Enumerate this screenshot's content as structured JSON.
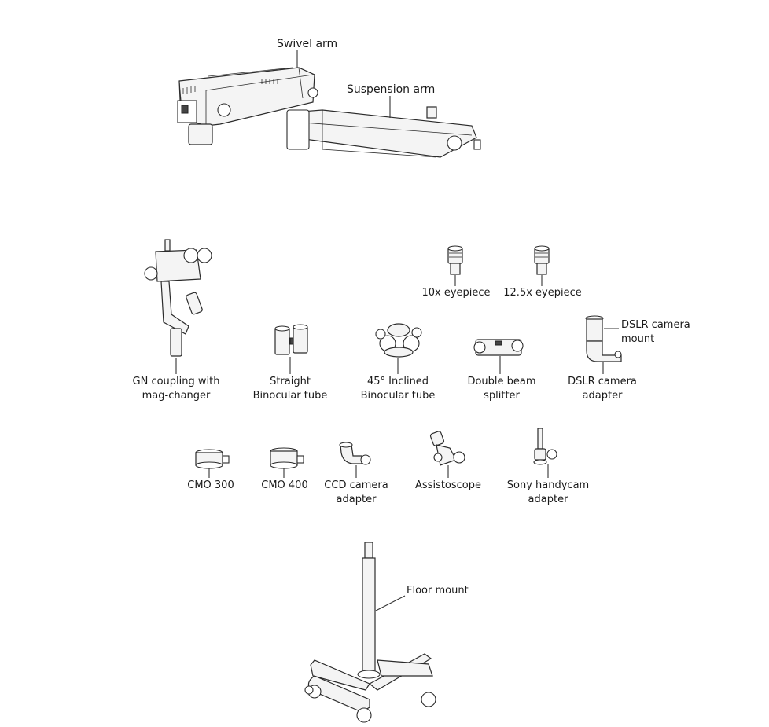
{
  "labels": {
    "swivel_arm": "Swivel arm",
    "suspension_arm": "Suspension arm",
    "eyepiece_10x": "10x eyepiece",
    "eyepiece_12_5x": "12.5x eyepiece",
    "gn_coupling_1": "GN coupling with",
    "gn_coupling_2": "mag-changer",
    "straight_1": "Straight",
    "straight_2": "Binocular tube",
    "inclined_1": "45° Inclined",
    "inclined_2": "Binocular tube",
    "double_beam_1": "Double beam",
    "double_beam_2": "splitter",
    "dslr_mount_1": "DSLR camera",
    "dslr_mount_2": "mount",
    "dslr_adapter_1": "DSLR camera",
    "dslr_adapter_2": "adapter",
    "cmo300": "CMO 300",
    "cmo400": "CMO 400",
    "ccd_1": "CCD camera",
    "ccd_2": "adapter",
    "assistoscope": "Assistoscope",
    "sony_1": "Sony handycam",
    "sony_2": "adapter",
    "floor_mount": "Floor mount"
  }
}
